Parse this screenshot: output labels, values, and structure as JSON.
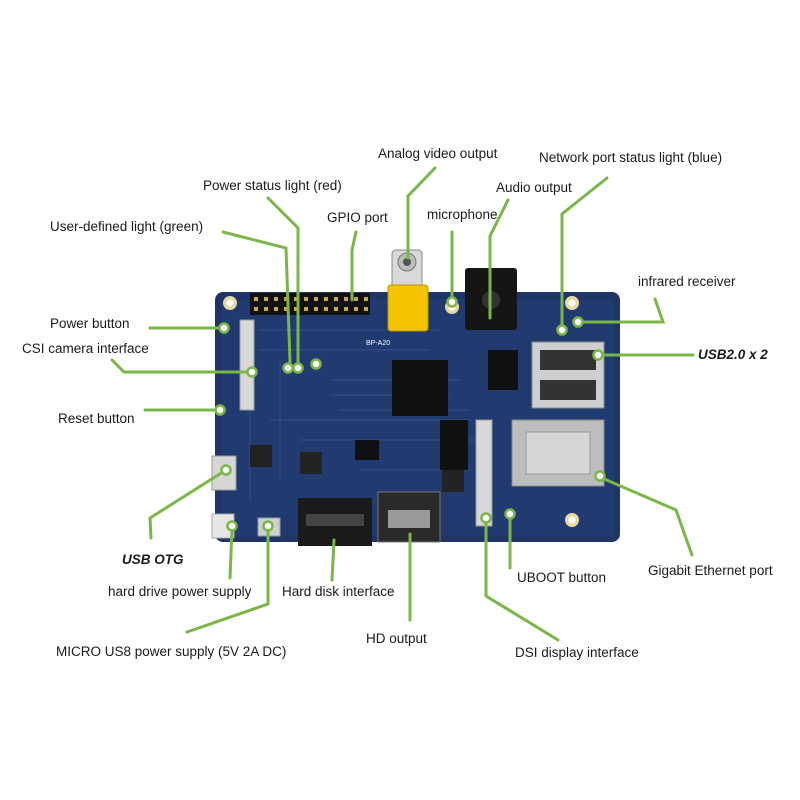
{
  "colors": {
    "leader": "#7ab648",
    "board": "#1e3566",
    "text": "#1a1a1a"
  },
  "board": {
    "silkscreen": "BP-A20"
  },
  "labels": {
    "analog_video": "Analog video output",
    "network_light": "Network port status light (blue)",
    "power_light": "Power status light (red)",
    "audio": "Audio output",
    "gpio": "GPIO port",
    "microphone": "microphone",
    "user_light": "User-defined light (green)",
    "infrared": "infrared receiver",
    "power_button": "Power button",
    "usb20": "USB2.0 x 2",
    "csi": "CSI camera interface",
    "reset": "Reset button",
    "usb_otg": "USB OTG",
    "hdd_power": "hard drive power supply",
    "hdd_interface": "Hard disk interface",
    "uboot": "UBOOT button",
    "gigabit": "Gigabit Ethernet port",
    "micro_usb": "MICRO US8 power supply (5V 2A DC)",
    "hd_output": "HD output",
    "dsi": "DSI display interface"
  }
}
